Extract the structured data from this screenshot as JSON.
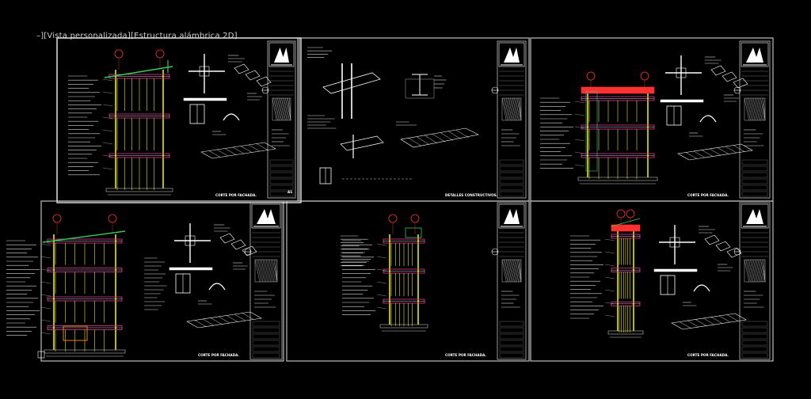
{
  "viewport": {
    "label": "–][Vista personalizada][Estructura alámbrica 2D]"
  },
  "sheets": [
    {
      "caption": "CORTE POR FACHADA.",
      "sheet_no": "A1"
    },
    {
      "caption": "DETALLES CONSTRUCTIVOS.",
      "sheet_no": ""
    },
    {
      "caption": "CORTE POR FACHADA.",
      "sheet_no": ""
    },
    {
      "caption": "CORTE POR FACHADA.",
      "sheet_no": ""
    },
    {
      "caption": "CORTE POR FACHADA.",
      "sheet_no": ""
    },
    {
      "caption": "CORTE POR FACHADA.",
      "sheet_no": ""
    }
  ],
  "colors": {
    "background": "#000000",
    "sheet_border": "#bfbfbf",
    "column": "#e8e800",
    "beam": "#e03a9a",
    "marker": "#ff3333",
    "roof": "#ff3030",
    "detail": "#ffffff",
    "green": "#33cc55",
    "orange": "#ff8c1a",
    "cyan": "#22c4d4"
  }
}
